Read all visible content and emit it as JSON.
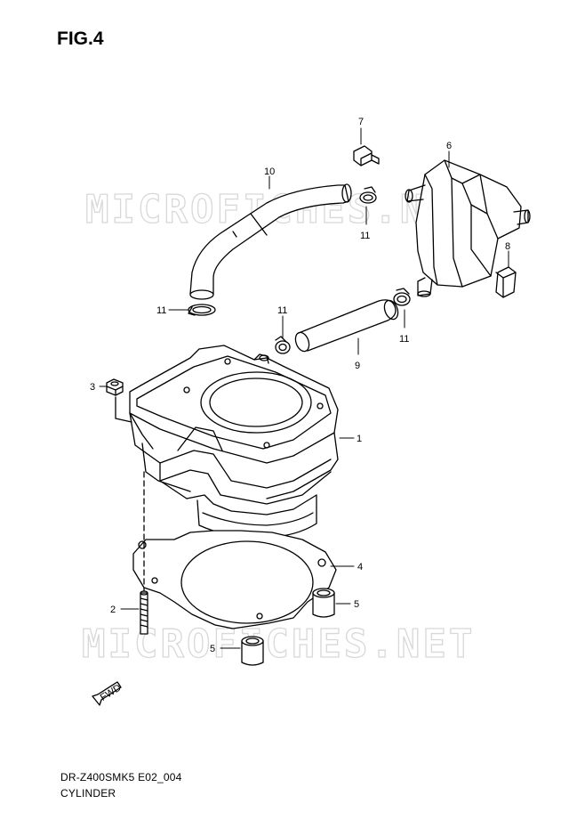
{
  "figure": {
    "title": "FIG.4"
  },
  "watermark": {
    "text": "MICROFICHES.NET"
  },
  "footer": {
    "code": "DR-Z400SMK5 E02_004",
    "name": "CYLINDER"
  },
  "callouts": {
    "c1": "1",
    "c2": "2",
    "c3": "3",
    "c4": "4",
    "c5a": "5",
    "c5b": "5",
    "c6": "6",
    "c7": "7",
    "c8": "8",
    "c9": "9",
    "c10": "10",
    "c11a": "11",
    "c11b": "11",
    "c11c": "11",
    "c11d": "11"
  },
  "fwd_mark": {
    "text": "FWD"
  }
}
